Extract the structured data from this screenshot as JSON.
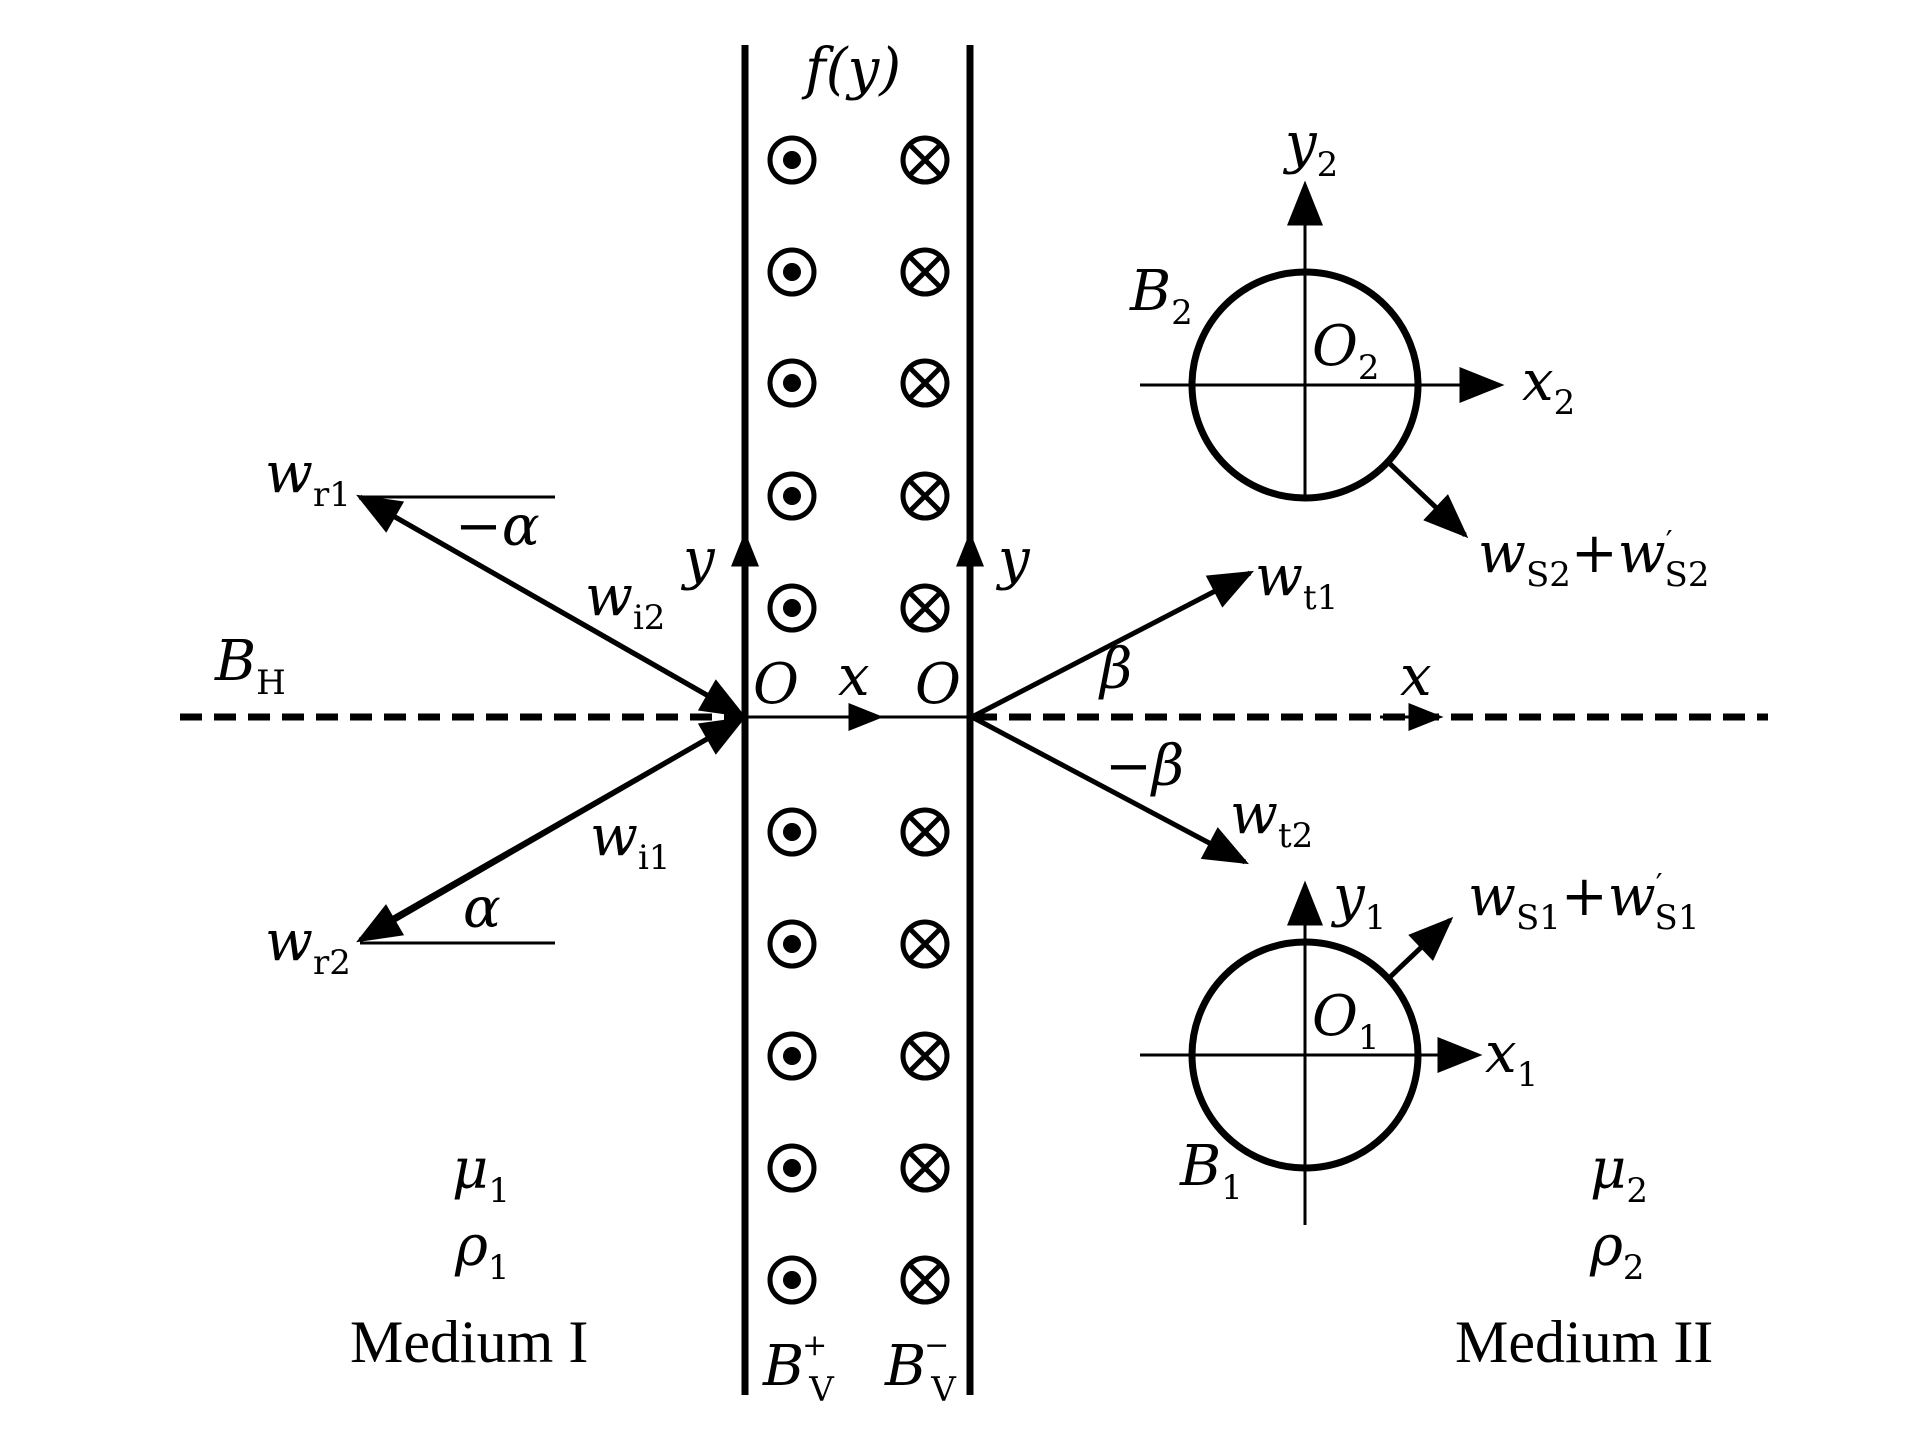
{
  "labels": {
    "fy": "f(y)",
    "B_H": "B",
    "B_H_sub": "H",
    "w_r1": "w",
    "w_r1_sub": "r1",
    "w_r2": "w",
    "w_r2_sub": "r2",
    "w_i1": "w",
    "w_i1_sub": "i1",
    "w_i2": "w",
    "w_i2_sub": "i2",
    "w_t1": "w",
    "w_t1_sub": "t1",
    "w_t2": "w",
    "w_t2_sub": "t2",
    "neg_alpha": "−α",
    "alpha": "α",
    "beta": "β",
    "neg_beta": "−β",
    "y_left": "y",
    "y_right": "y",
    "O_left": "O",
    "O_right": "O",
    "x_mid": "x",
    "x_right": "x",
    "y2": "y",
    "y2_sub": "2",
    "x2": "x",
    "x2_sub": "2",
    "O2": "O",
    "O2_sub": "2",
    "B2": "B",
    "B2_sub": "2",
    "y1": "y",
    "y1_sub": "1",
    "x1": "x",
    "x1_sub": "1",
    "O1": "O",
    "O1_sub": "1",
    "B1": "B",
    "B1_sub": "1",
    "ws2_w": "w",
    "ws2_sub": "S2",
    "ws2_plus": "+",
    "ws2_w2": "w",
    "ws2_prime": "′",
    "ws2_sub2": "S2",
    "ws1_w": "w",
    "ws1_sub": "S1",
    "ws1_plus": "+",
    "ws1_w2": "w",
    "ws1_prime": "′",
    "ws1_sub2": "S1",
    "mu1": "μ",
    "mu1_sub": "1",
    "rho1": "ρ",
    "rho1_sub": "1",
    "mu2": "μ",
    "mu2_sub": "2",
    "rho2": "ρ",
    "rho2_sub": "2",
    "medium1": "Medium I",
    "medium2": "Medium II",
    "BVp": "B",
    "BVp_sub": "V",
    "BVp_sup": "+",
    "BVm": "B",
    "BVm_sub": "V",
    "BVm_sup": "−"
  },
  "field_symbols": {
    "out_of_page_column": "B_V+",
    "into_page_column": "B_V−",
    "count_per_column": 10
  }
}
